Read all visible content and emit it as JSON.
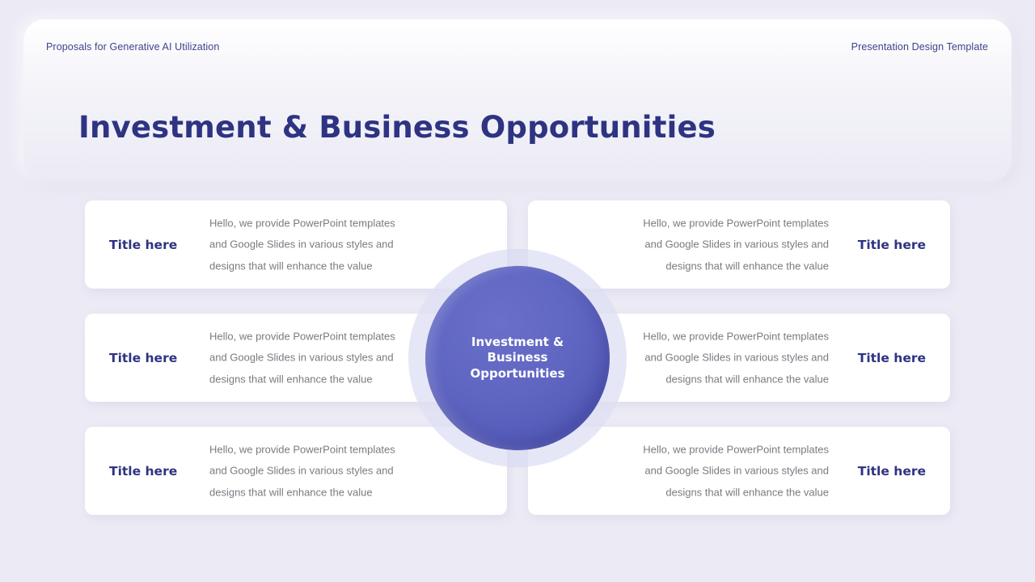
{
  "header": {
    "left_text": "Proposals for Generative AI Utilization",
    "right_text": "Presentation Design Template"
  },
  "slide": {
    "title": "Investment & Business Opportunities",
    "hub_label": "Investment & Business Opportunities"
  },
  "cards": {
    "left": [
      {
        "title": "Title here",
        "lines": [
          "Hello, we provide PowerPoint templates",
          "and Google Slides in various styles and",
          "designs that will enhance the value"
        ]
      },
      {
        "title": "Title here",
        "lines": [
          "Hello, we provide PowerPoint templates",
          "and Google Slides in various styles and",
          "designs that will enhance the value"
        ]
      },
      {
        "title": "Title here",
        "lines": [
          "Hello, we provide PowerPoint templates",
          "and Google Slides in various styles and",
          "designs that will enhance the value"
        ]
      }
    ],
    "right": [
      {
        "title": "Title here",
        "lines": [
          "Hello, we provide PowerPoint templates",
          "and Google Slides in various styles and",
          "designs that will enhance the value"
        ]
      },
      {
        "title": "Title here",
        "lines": [
          "Hello, we provide PowerPoint templates",
          "and Google Slides in various styles and",
          "designs that will enhance the value"
        ]
      },
      {
        "title": "Title here",
        "lines": [
          "Hello, we provide PowerPoint templates",
          "and Google Slides in various styles and",
          "designs that will enhance the value"
        ]
      }
    ]
  },
  "colors": {
    "accent_navy": "#2e3382",
    "hub_purple": "#5f66c2",
    "body_text": "#7a7a82",
    "background": "#ecebf5"
  }
}
